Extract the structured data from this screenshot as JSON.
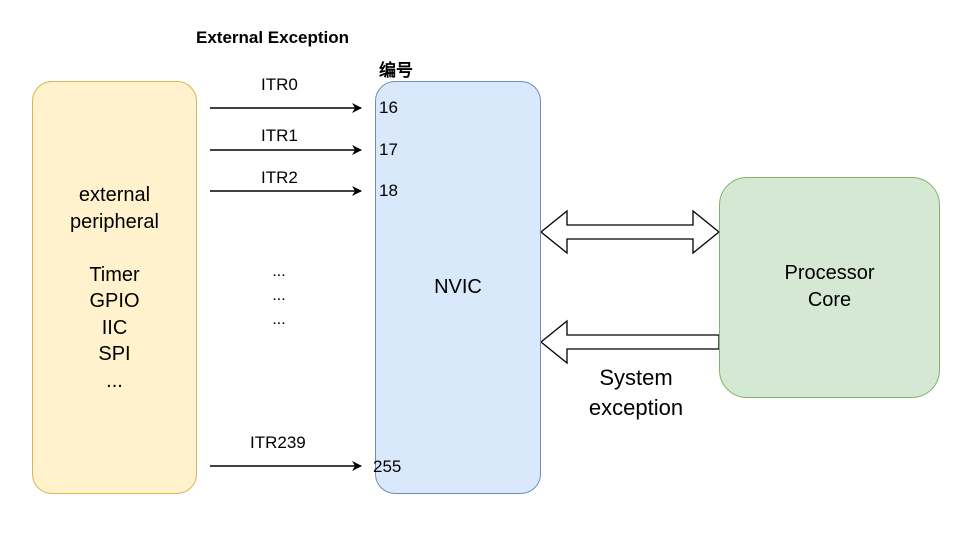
{
  "header": {
    "title": "External Exception",
    "number_label": "编号"
  },
  "peripheral": {
    "line1": "external",
    "line2": "peripheral",
    "items": [
      "Timer",
      "GPIO",
      "IIC",
      "SPI",
      "..."
    ]
  },
  "nvic": {
    "label": "NVIC"
  },
  "core": {
    "line1": "Processor",
    "line2": "Core"
  },
  "interrupts": [
    {
      "name": "ITR0",
      "number": "16"
    },
    {
      "name": "ITR1",
      "number": "17"
    },
    {
      "name": "ITR2",
      "number": "18"
    },
    {
      "name": "ITR239",
      "number": "255"
    }
  ],
  "ellipsis": [
    "...",
    "...",
    "..."
  ],
  "system_exception": {
    "line1": "System",
    "line2": "exception"
  }
}
